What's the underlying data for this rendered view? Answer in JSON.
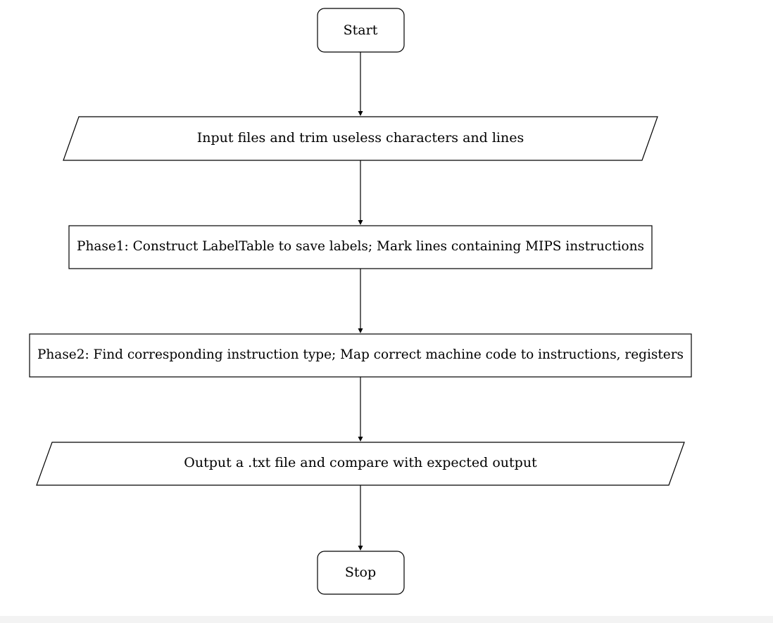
{
  "diagram": {
    "type": "flowchart",
    "nodes": [
      {
        "id": "start",
        "shape": "terminal",
        "label": "Start"
      },
      {
        "id": "input",
        "shape": "io",
        "label": "Input files and trim useless characters and lines"
      },
      {
        "id": "phase1",
        "shape": "process",
        "label": "Phase1: Construct LabelTable to save labels; Mark lines containing MIPS instructions"
      },
      {
        "id": "phase2",
        "shape": "process",
        "label": "Phase2: Find corresponding instruction type; Map correct machine code to instructions, registers"
      },
      {
        "id": "output",
        "shape": "io",
        "label": "Output a .txt file and compare with expected output"
      },
      {
        "id": "stop",
        "shape": "terminal",
        "label": "Stop"
      }
    ],
    "edges": [
      {
        "from": "start",
        "to": "input"
      },
      {
        "from": "input",
        "to": "phase1"
      },
      {
        "from": "phase1",
        "to": "phase2"
      },
      {
        "from": "phase2",
        "to": "output"
      },
      {
        "from": "output",
        "to": "stop"
      }
    ]
  }
}
